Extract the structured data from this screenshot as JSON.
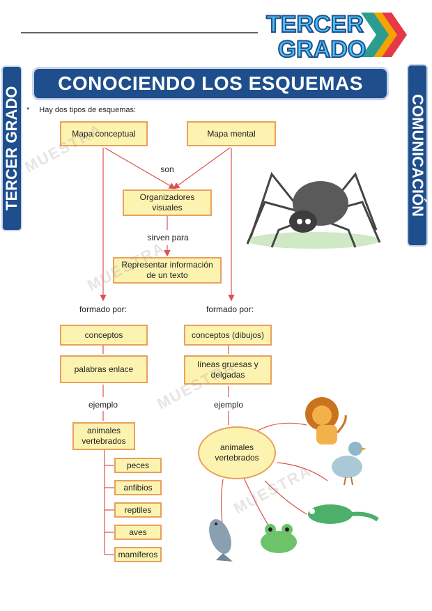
{
  "badge": {
    "line1": "TERCER",
    "line2": "GRADO"
  },
  "title": "CONOCIENDO LOS ESQUEMAS",
  "side_left": "TERCER GRADO",
  "side_right": "COMUNICACIÓN",
  "intro": {
    "bullet": "*",
    "text": "Hay dos tipos de esquemas:"
  },
  "top_boxes": {
    "left": "Mapa conceptual",
    "right": "Mapa mental"
  },
  "son_label": "son",
  "organizadores": "Organizadores visuales",
  "sirven_label": "sirven para",
  "representar": "Representar información de un texto",
  "left_branch": {
    "formado_label": "formado por:",
    "box1": "conceptos",
    "box2": "palabras enlace",
    "ejemplo_label": "ejemplo",
    "example_box": "animales vertebrados",
    "items": [
      "peces",
      "anfibios",
      "reptiles",
      "aves",
      "mamíferos"
    ]
  },
  "right_branch": {
    "formado_label": "formado por:",
    "box1": "conceptos (dibujos)",
    "box2": "líneas gruesas y delgadas",
    "ejemplo_label": "ejemplo",
    "oval": "animales vertebrados"
  },
  "watermark": "MUESTRA",
  "colors": {
    "blue": "#1f4e8c",
    "box_fill": "#fdf3b0",
    "box_border": "#e9a05c",
    "arrow": "#d9534f"
  }
}
